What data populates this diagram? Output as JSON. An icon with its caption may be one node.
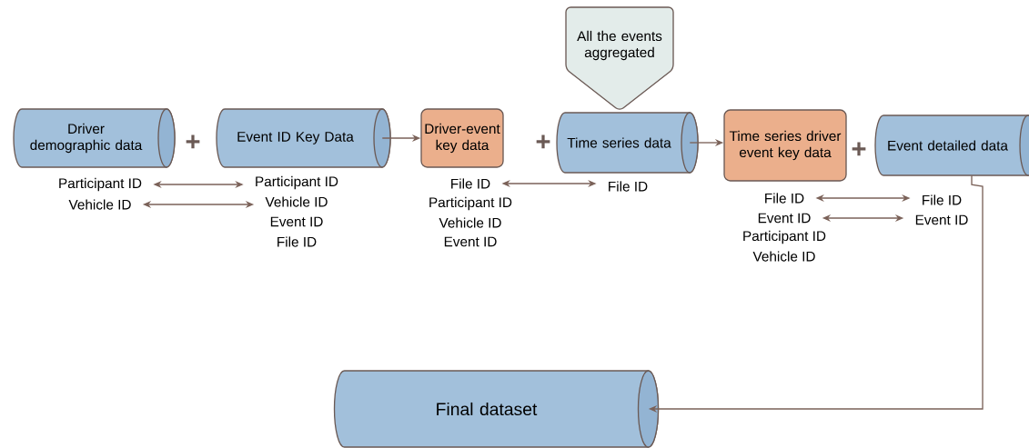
{
  "diagram": {
    "nodes": [
      {
        "text": [
          "Driver demographic data"
        ]
      },
      {
        "text": [
          "Event ID Key Data"
        ]
      },
      {
        "text": [
          "Driver-event key data"
        ]
      },
      {
        "text": [
          "All the events aggregated"
        ]
      },
      {
        "text": [
          "Time series data"
        ]
      },
      {
        "text": [
          "Time series driver event key data"
        ]
      },
      {
        "text": [
          "Event detailed data"
        ]
      },
      {
        "text": [
          "Final dataset"
        ]
      },
      {
        "text": [
          "Participant ID"
        ]
      },
      {
        "text": [
          "Vehicle ID"
        ]
      },
      {
        "text": [
          "Participant ID"
        ]
      },
      {
        "text": [
          "Vehicle ID"
        ]
      },
      {
        "text": [
          "Event ID"
        ]
      },
      {
        "text": [
          "File ID"
        ]
      },
      {
        "text": [
          "File ID"
        ]
      },
      {
        "text": [
          "Participant ID"
        ]
      },
      {
        "text": [
          "Vehicle ID"
        ]
      },
      {
        "text": [
          "Event ID"
        ]
      },
      {
        "text": [
          "File ID"
        ]
      },
      {
        "text": [
          "File ID"
        ]
      },
      {
        "text": [
          "Event ID"
        ]
      },
      {
        "text": [
          "Participant ID"
        ]
      },
      {
        "text": [
          "Vehicle ID"
        ]
      },
      {
        "text": [
          "File ID"
        ]
      },
      {
        "text": [
          "Event ID"
        ]
      }
    ],
    "edges": [
      {
        "from": 1,
        "to": 2,
        "arrow": "to"
      },
      {
        "from": 4,
        "to": 5,
        "arrow": "to"
      },
      {
        "from": 6,
        "to": 7,
        "arrow": "to"
      },
      {
        "from": 8,
        "to": 10,
        "arrow": "both"
      },
      {
        "from": 9,
        "to": 11,
        "arrow": "both"
      },
      {
        "from": 14,
        "to": 18,
        "arrow": "both"
      },
      {
        "from": 19,
        "to": 23,
        "arrow": "both"
      },
      {
        "from": 20,
        "to": 24,
        "arrow": "both"
      }
    ],
    "labels": [
      "+",
      "+",
      "+"
    ]
  }
}
